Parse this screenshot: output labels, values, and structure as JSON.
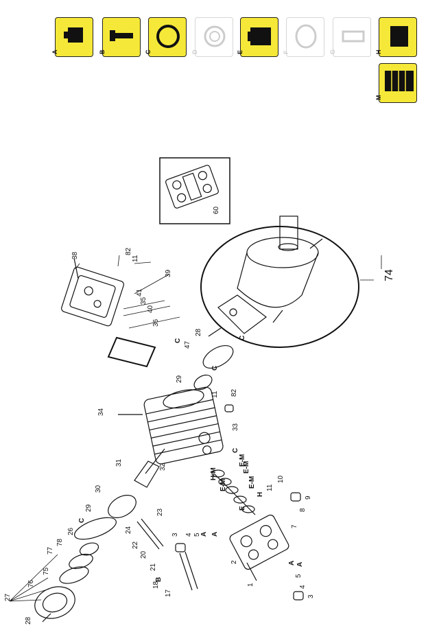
{
  "kits": [
    {
      "letter": "A",
      "active": true,
      "icon": "seal-kit-icon"
    },
    {
      "letter": "B",
      "active": true,
      "icon": "plunger-icon"
    },
    {
      "letter": "C",
      "active": true,
      "icon": "o-ring-icon"
    },
    {
      "letter": "D",
      "active": false,
      "icon": "ring-icon"
    },
    {
      "letter": "E",
      "active": true,
      "icon": "packing-icon"
    },
    {
      "letter": "F",
      "active": false,
      "icon": "disc-icon"
    },
    {
      "letter": "G",
      "active": false,
      "icon": "bearing-icon"
    },
    {
      "letter": "H",
      "active": true,
      "icon": "sleeve-icon"
    },
    {
      "letter": "M",
      "active": true,
      "icon": "packing-set-icon"
    }
  ],
  "colors": {
    "active": "#f5e839",
    "inactive_border": "#d6d6d6",
    "line": "#111111"
  },
  "callouts": [
    {
      "id": "c1",
      "text": "1"
    },
    {
      "id": "c2",
      "text": "2"
    },
    {
      "id": "c3a",
      "text": "3"
    },
    {
      "id": "c3b",
      "text": "3"
    },
    {
      "id": "c4a",
      "text": "4"
    },
    {
      "id": "c4b",
      "text": "4"
    },
    {
      "id": "c5a",
      "text": "5"
    },
    {
      "id": "c5b",
      "text": "5"
    },
    {
      "id": "c7",
      "text": "7"
    },
    {
      "id": "c8",
      "text": "8"
    },
    {
      "id": "c9",
      "text": "9"
    },
    {
      "id": "c10",
      "text": "10"
    },
    {
      "id": "c11a",
      "text": "11"
    },
    {
      "id": "c11b",
      "text": "11"
    },
    {
      "id": "c11c",
      "text": "11"
    },
    {
      "id": "c17",
      "text": "17"
    },
    {
      "id": "c18",
      "text": "18"
    },
    {
      "id": "c20",
      "text": "20"
    },
    {
      "id": "c21",
      "text": "21"
    },
    {
      "id": "c22",
      "text": "22"
    },
    {
      "id": "c23",
      "text": "23"
    },
    {
      "id": "c24",
      "text": "24"
    },
    {
      "id": "c26",
      "text": "26"
    },
    {
      "id": "c27",
      "text": "27"
    },
    {
      "id": "c28a",
      "text": "28"
    },
    {
      "id": "c28b",
      "text": "28"
    },
    {
      "id": "c29a",
      "text": "29"
    },
    {
      "id": "c29b",
      "text": "29"
    },
    {
      "id": "c30",
      "text": "30"
    },
    {
      "id": "c31",
      "text": "31"
    },
    {
      "id": "c32",
      "text": "32"
    },
    {
      "id": "c33",
      "text": "33"
    },
    {
      "id": "c34",
      "text": "34"
    },
    {
      "id": "c35",
      "text": "35"
    },
    {
      "id": "c36",
      "text": "36"
    },
    {
      "id": "c38",
      "text": "38"
    },
    {
      "id": "c39",
      "text": "39"
    },
    {
      "id": "c40",
      "text": "40"
    },
    {
      "id": "c41",
      "text": "41"
    },
    {
      "id": "c47",
      "text": "47"
    },
    {
      "id": "c60",
      "text": "60"
    },
    {
      "id": "c74",
      "text": "74"
    },
    {
      "id": "c75",
      "text": "75"
    },
    {
      "id": "c76",
      "text": "76"
    },
    {
      "id": "c77",
      "text": "77"
    },
    {
      "id": "c78",
      "text": "78"
    },
    {
      "id": "c82a",
      "text": "82"
    },
    {
      "id": "c82b",
      "text": "82"
    }
  ],
  "letter_marks": [
    {
      "id": "lA1",
      "text": "A"
    },
    {
      "id": "lA2",
      "text": "A"
    },
    {
      "id": "lA3",
      "text": "A"
    },
    {
      "id": "lA4",
      "text": "A"
    },
    {
      "id": "lB",
      "text": "B"
    },
    {
      "id": "lC1",
      "text": "C"
    },
    {
      "id": "lC2",
      "text": "C"
    },
    {
      "id": "lC3",
      "text": "C"
    },
    {
      "id": "lC4",
      "text": "C"
    },
    {
      "id": "lC5",
      "text": "C"
    },
    {
      "id": "lE",
      "text": "E"
    },
    {
      "id": "lH",
      "text": "H"
    },
    {
      "id": "lHM",
      "text": "H-M"
    },
    {
      "id": "lEM1",
      "text": "E-M"
    },
    {
      "id": "lEM2",
      "text": "E-M"
    },
    {
      "id": "lEM3",
      "text": "E-M"
    },
    {
      "id": "lEM4",
      "text": "E-M"
    }
  ]
}
